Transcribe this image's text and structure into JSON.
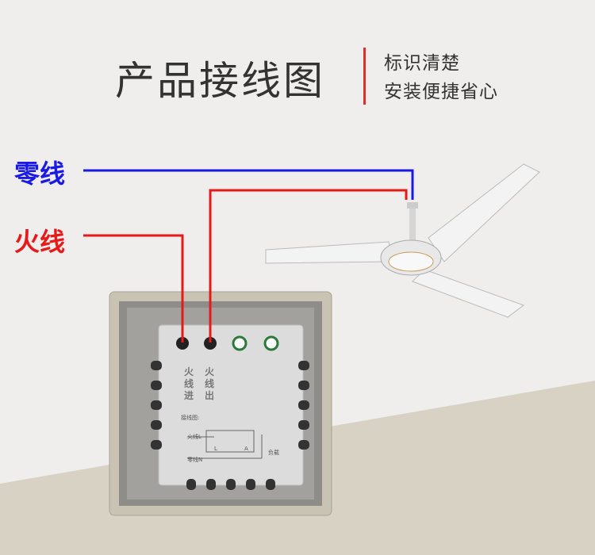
{
  "header": {
    "title": "产品接线图",
    "subtitle_line1": "标识清楚",
    "subtitle_line2": "安装便捷省心"
  },
  "wires": {
    "neutral_label": "零线",
    "live_label": "火线",
    "neutral_color": "#1a1ae6",
    "live_color": "#e61a1a"
  },
  "switch_module": {
    "live_in": "火线进",
    "live_out": "火线出",
    "diagram_title": "接线图:",
    "live_L": "火线L",
    "terminal_L": "L",
    "terminal_A": "A",
    "load": "负载",
    "neutral_N": "零线N"
  }
}
